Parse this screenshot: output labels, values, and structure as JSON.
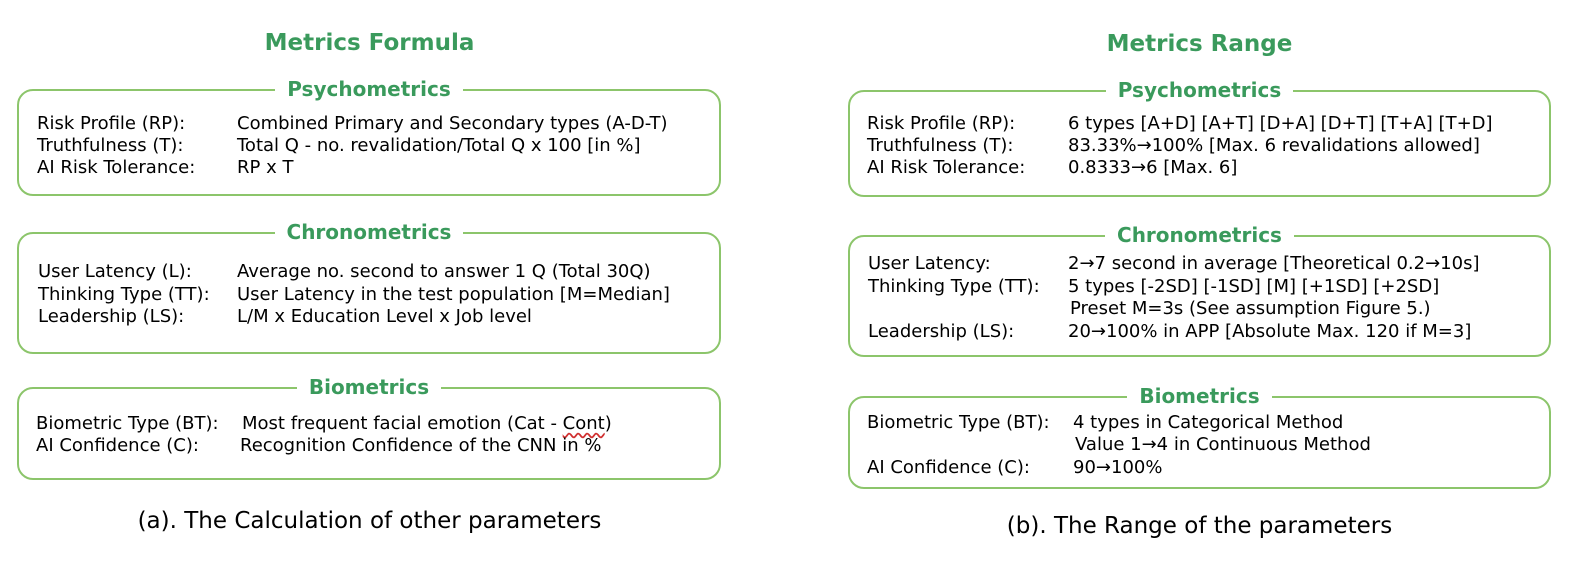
{
  "left": {
    "title": "Metrics Formula",
    "caption": "(a). The Calculation of other parameters",
    "psychometrics": {
      "title": "Psychometrics",
      "rows": [
        {
          "label": "Risk Profile (RP):",
          "value": "Combined Primary and Secondary types (A-D-T)"
        },
        {
          "label": "Truthfulness (T):",
          "value": "Total Q - no. revalidation/Total Q x 100 [in %]"
        },
        {
          "label": "AI Risk Tolerance:",
          "value": "RP x T"
        }
      ]
    },
    "chronometrics": {
      "title": "Chronometrics",
      "rows": [
        {
          "label": "User Latency (L):",
          "value": "Average no. second to answer 1 Q (Total 30Q)"
        },
        {
          "label": "Thinking Type (TT):",
          "value": "User Latency in the test population [M=Median]"
        },
        {
          "label": "Leadership (LS):",
          "value": "L/M x Education Level x Job level"
        }
      ]
    },
    "biometrics": {
      "title": "Biometrics",
      "rows": [
        {
          "label": "Biometric Type (BT):",
          "value_a": "Most frequent facial emotion (Cat - ",
          "value_b": "Cont",
          "value_c": ")"
        },
        {
          "label": "AI Confidence (C):",
          "value": "Recognition Confidence of the CNN in %"
        }
      ]
    }
  },
  "right": {
    "title": "Metrics Range",
    "caption": "(b). The Range of the parameters",
    "psychometrics": {
      "title": "Psychometrics",
      "rows": [
        {
          "label": "Risk Profile (RP):",
          "value": "6 types [A+D] [A+T] [D+A] [D+T] [T+A] [T+D]"
        },
        {
          "label": "Truthfulness (T):",
          "value": "83.33%→100% [Max. 6 revalidations allowed]"
        },
        {
          "label": "AI Risk Tolerance:",
          "value": "0.8333→6 [Max. 6]"
        }
      ]
    },
    "chronometrics": {
      "title": "Chronometrics",
      "rows": [
        {
          "label": "User Latency:",
          "value": "2→7 second in average [Theoretical 0.2→10s]"
        },
        {
          "label": "Thinking Type (TT):",
          "value": "5 types [-2SD] [-1SD] [M] [+1SD] [+2SD]"
        },
        {
          "label": "",
          "value": "Preset M=3s (See assumption Figure 5.)"
        },
        {
          "label": "Leadership (LS):",
          "value": "20→100% in APP [Absolute Max. 120 if M=3]"
        }
      ]
    },
    "biometrics": {
      "title": "Biometrics",
      "rows": [
        {
          "label": "Biometric Type (BT):",
          "value": "4 types in Categorical Method"
        },
        {
          "label": "",
          "value": "Value 1→4 in Continuous Method"
        },
        {
          "label": "AI Confidence (C):",
          "value": "90→100%"
        }
      ]
    }
  }
}
